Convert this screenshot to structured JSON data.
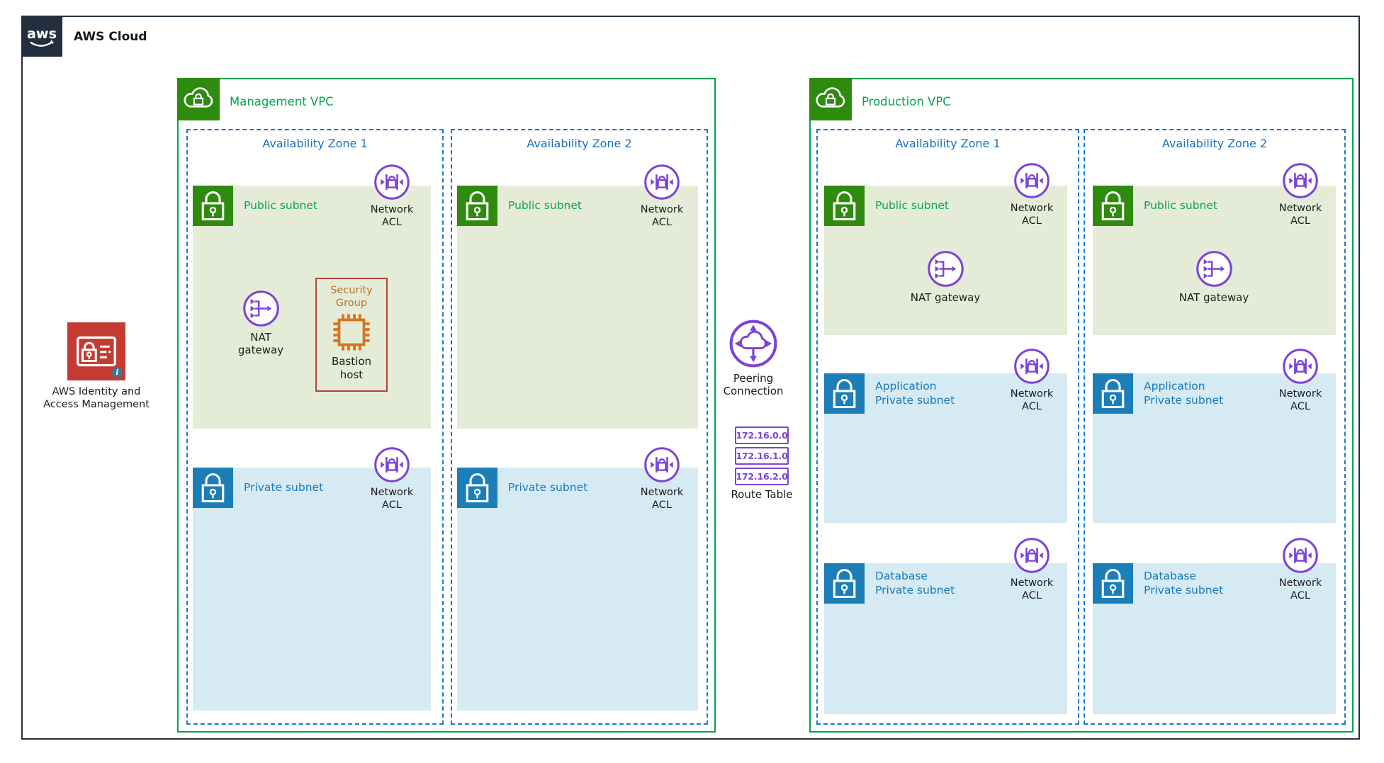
{
  "header": {
    "logo_text": "aws",
    "title": "AWS Cloud"
  },
  "iam": {
    "label_l1": "AWS Identity and",
    "label_l2": "Access Management",
    "info": "i"
  },
  "acl": {
    "l1": "Network",
    "l2": "ACL"
  },
  "management_vpc": {
    "title": "Management VPC",
    "zone1": {
      "title": "Availability Zone 1",
      "public": {
        "label": "Public subnet"
      },
      "private": {
        "label": "Private subnet"
      },
      "nat": {
        "l1": "NAT",
        "l2": "gateway"
      },
      "security_group": {
        "title_l1": "Security",
        "title_l2": "Group",
        "bastion_l1": "Bastion",
        "bastion_l2": "host"
      }
    },
    "zone2": {
      "title": "Availability Zone 2",
      "public": {
        "label": "Public subnet"
      },
      "private": {
        "label": "Private subnet"
      }
    }
  },
  "production_vpc": {
    "title": "Production VPC",
    "zone1": {
      "title": "Availability Zone 1",
      "public": {
        "label": "Public subnet",
        "nat": "NAT gateway"
      },
      "app": {
        "l1": "Application",
        "l2": "Private subnet"
      },
      "db": {
        "l1": "Database",
        "l2": "Private subnet"
      }
    },
    "zone2": {
      "title": "Availability Zone 2",
      "public": {
        "label": "Public subnet",
        "nat": "NAT gateway"
      },
      "app": {
        "l1": "Application",
        "l2": "Private subnet"
      },
      "db": {
        "l1": "Database",
        "l2": "Private subnet"
      }
    }
  },
  "peering": {
    "l1": "Peering",
    "l2": "Connection"
  },
  "route_table": {
    "routes": [
      "172.16.0.0",
      "172.16.1.0",
      "172.16.2.0"
    ],
    "label": "Route Table"
  },
  "colors": {
    "frame-ink": "#232f3e",
    "green-accent": "#00a550",
    "green-icon": "#2e8b0e",
    "green-fill": "#e4ecd8",
    "blue-az": "#1f77cc",
    "blue-icon": "#1b7eb8",
    "blue-fill": "#d6eaf4",
    "purple": "#7c44d6",
    "iam-red": "#c33b33",
    "sg-border": "#b5433c",
    "sg-orange": "#bf7120",
    "chip-orange": "#d9731d",
    "text-ink": "#1c1c1c"
  }
}
